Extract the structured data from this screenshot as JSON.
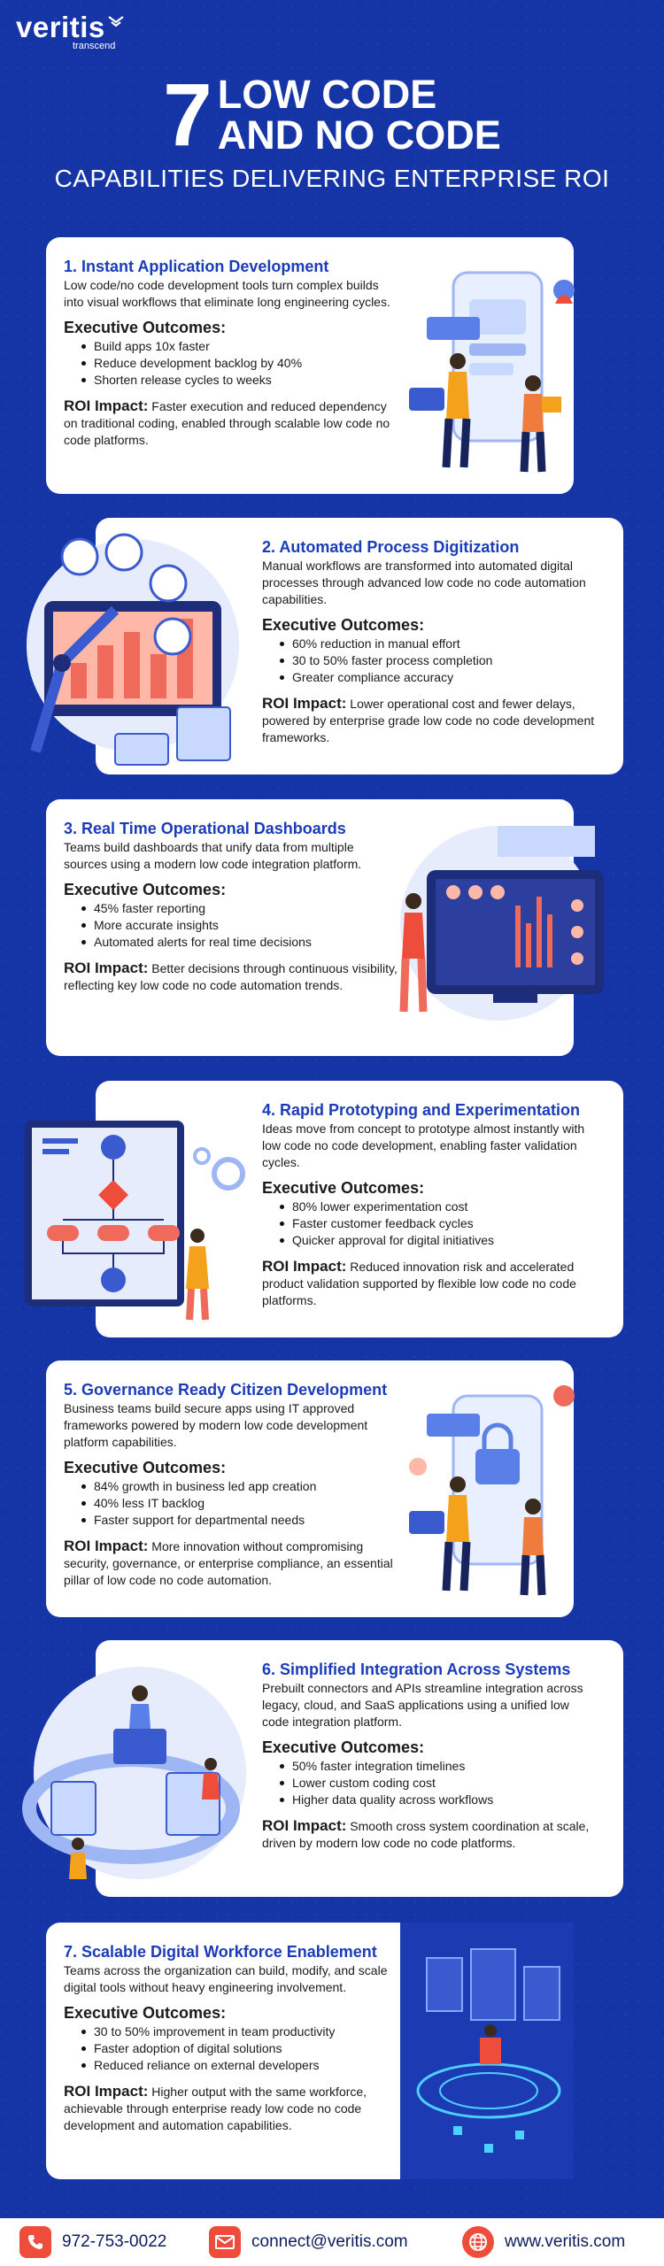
{
  "header": {
    "logo_text": "veritis",
    "logo_tagline": "transcend",
    "title_number": "7",
    "title_line1": "LOW CODE",
    "title_line2": "AND NO CODE",
    "subtitle": "CAPABILITIES DELIVERING ENTERPRISE ROI"
  },
  "sections": [
    {
      "title": "1. Instant Application Development",
      "description": "Low code/no code development tools turn complex builds into visual workflows that eliminate long engineering cycles.",
      "outcomes_label": "Executive Outcomes:",
      "outcomes": [
        "Build apps 10x faster",
        "Reduce development backlog by 40%",
        "Shorten release cycles to weeks"
      ],
      "roi_label": "ROI Impact:",
      "roi_text": "Faster execution and reduced dependency on traditional coding, enabled through scalable low code no code platforms."
    },
    {
      "title": "2. Automated Process Digitization",
      "description": "Manual workflows are transformed into automated digital processes through advanced low code no code automation capabilities.",
      "outcomes_label": "Executive Outcomes:",
      "outcomes": [
        "60% reduction in manual effort",
        "30 to 50% faster process completion",
        "Greater compliance accuracy"
      ],
      "roi_label": "ROI Impact:",
      "roi_text": "Lower operational cost and fewer delays, powered by enterprise grade low code no code development frameworks."
    },
    {
      "title": "3. Real Time Operational Dashboards",
      "description": "Teams build dashboards that unify data from multiple sources using a modern low code integration platform.",
      "outcomes_label": "Executive Outcomes:",
      "outcomes": [
        "45% faster reporting",
        "More accurate insights",
        "Automated alerts for real time decisions"
      ],
      "roi_label": "ROI Impact:",
      "roi_text": "Better decisions through continuous visibility, reflecting key low code no code automation trends."
    },
    {
      "title": "4. Rapid Prototyping and Experimentation",
      "description": "Ideas move from concept to prototype almost instantly with low code no code development, enabling faster validation cycles.",
      "outcomes_label": "Executive Outcomes:",
      "outcomes": [
        "80% lower experimentation cost",
        "Faster customer feedback cycles",
        "Quicker approval for digital initiatives"
      ],
      "roi_label": "ROI Impact:",
      "roi_text": "Reduced innovation risk and accelerated product validation supported by flexible low code no code platforms."
    },
    {
      "title": "5. Governance Ready Citizen Development",
      "description": "Business teams build secure apps using IT approved frameworks powered by modern low code development platform capabilities.",
      "outcomes_label": "Executive Outcomes:",
      "outcomes": [
        "84% growth in business led app creation",
        "40% less IT backlog",
        "Faster support for departmental needs"
      ],
      "roi_label": "ROI Impact:",
      "roi_text": "More innovation without compromising security, governance, or enterprise compliance, an essential pillar of low code no code automation."
    },
    {
      "title": "6. Simplified Integration Across Systems",
      "description": "Prebuilt connectors and APIs streamline integration across legacy, cloud, and SaaS applications using a unified low code integration platform.",
      "outcomes_label": "Executive Outcomes:",
      "outcomes": [
        "50% faster integration timelines",
        "Lower custom coding cost",
        "Higher data quality across workflows"
      ],
      "roi_label": "ROI Impact:",
      "roi_text": "Smooth cross system coordination at scale, driven by modern low code no code platforms."
    },
    {
      "title": "7. Scalable Digital Workforce Enablement",
      "description": "Teams across the organization can build, modify, and scale digital tools without heavy engineering involvement.",
      "outcomes_label": "Executive Outcomes:",
      "outcomes": [
        "30 to 50% improvement in team productivity",
        "Faster adoption of digital solutions",
        "Reduced reliance on external developers"
      ],
      "roi_label": "ROI Impact:",
      "roi_text": "Higher output with the same workforce, achievable through enterprise ready low code no code development and automation capabilities."
    }
  ],
  "footer": {
    "phone": "972-753-0022",
    "email": "connect@veritis.com",
    "website": "www.veritis.com",
    "phone_icon": "phone-icon",
    "email_icon": "mail-icon",
    "website_icon": "globe-icon"
  },
  "colors": {
    "background": "#1534a6",
    "heading_blue": "#1a3cb8",
    "accent_red": "#ef4d3c"
  }
}
